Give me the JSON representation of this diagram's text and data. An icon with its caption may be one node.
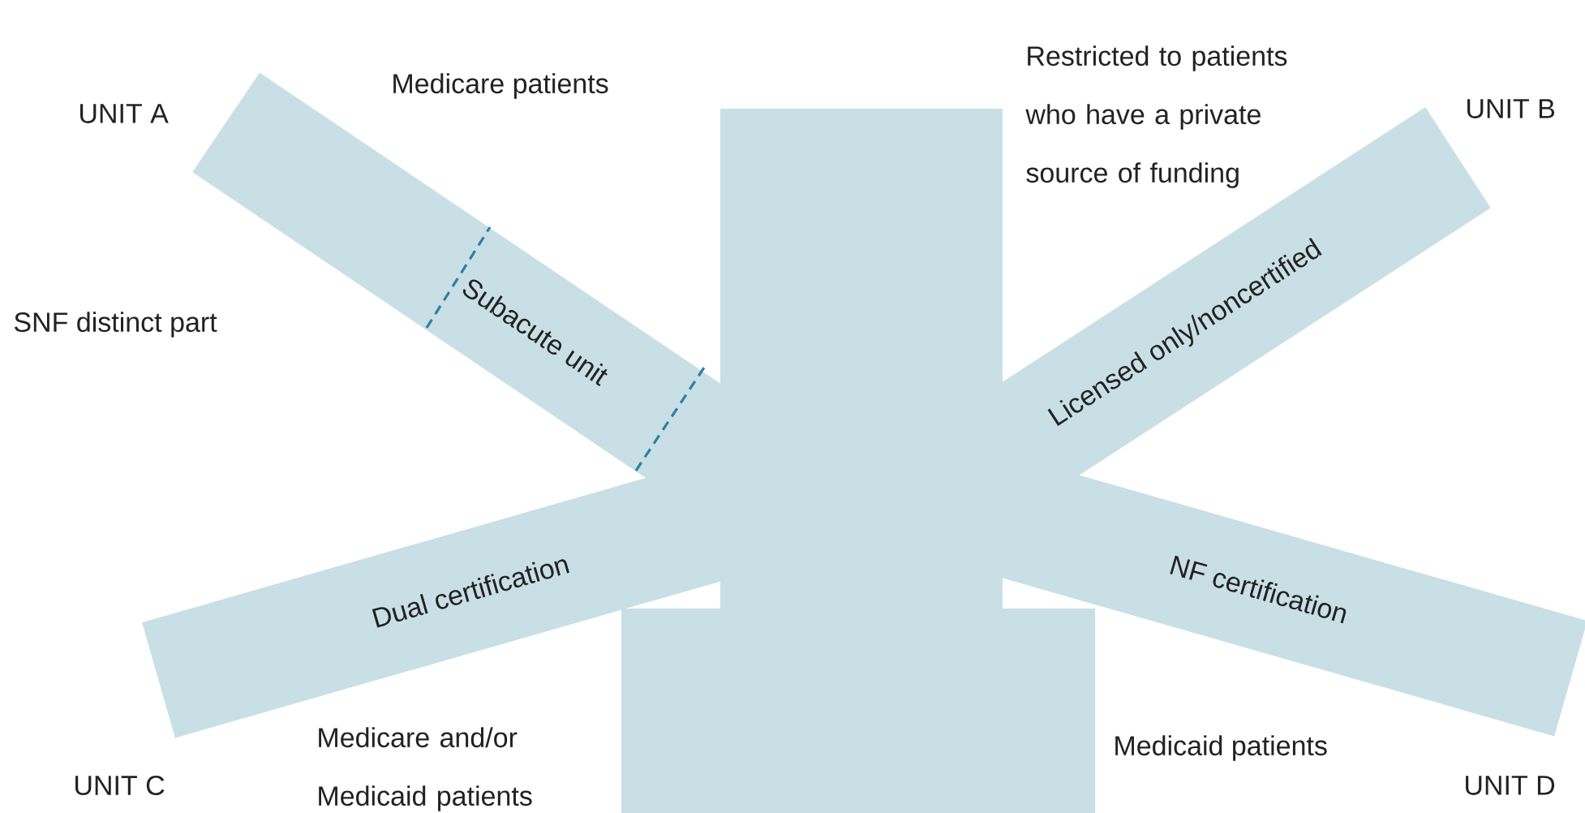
{
  "diagram": {
    "nodes": [
      {
        "text": [],
        "shape": "box"
      },
      {
        "text": [
          "Subacute unit"
        ]
      },
      {
        "text": [
          "Licensed only/noncertified"
        ]
      },
      {
        "text": [
          "Dual certification"
        ]
      },
      {
        "text": [
          "NF certification"
        ]
      }
    ],
    "labels": [
      "UNIT A",
      "Medicare patients",
      "Restricted to patients who have a private source of funding",
      "UNIT B",
      "SNF distinct part",
      "UNIT C",
      "Medicare and/or Medicaid patients",
      "Medicaid patients",
      "UNIT D"
    ]
  }
}
